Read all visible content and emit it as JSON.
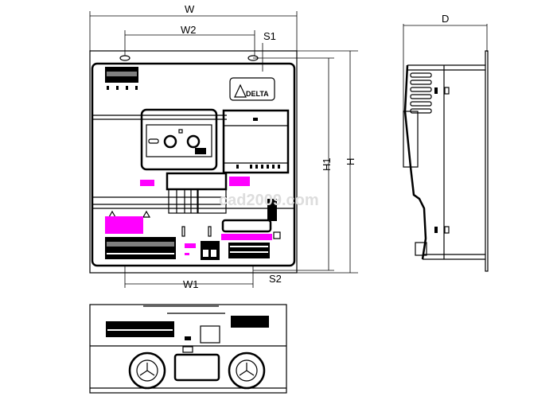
{
  "dimensions": {
    "width": "W",
    "mount_width": "W2",
    "mount_offset_top": "S1",
    "mount_height": "H1",
    "height": "H",
    "bottom_mount_width": "W1",
    "mount_offset_bottom": "S2",
    "depth": "D"
  },
  "logo": "DELTA",
  "watermark": "cad2009.com"
}
